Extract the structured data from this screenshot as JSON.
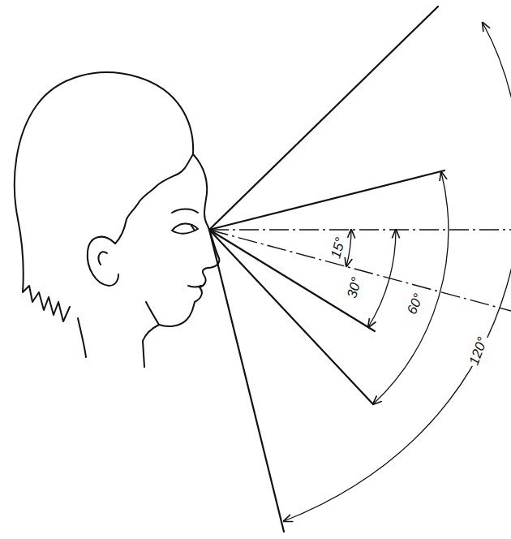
{
  "diagram": {
    "labels": [
      "15°",
      "30°",
      "60°",
      "120°"
    ]
  }
}
